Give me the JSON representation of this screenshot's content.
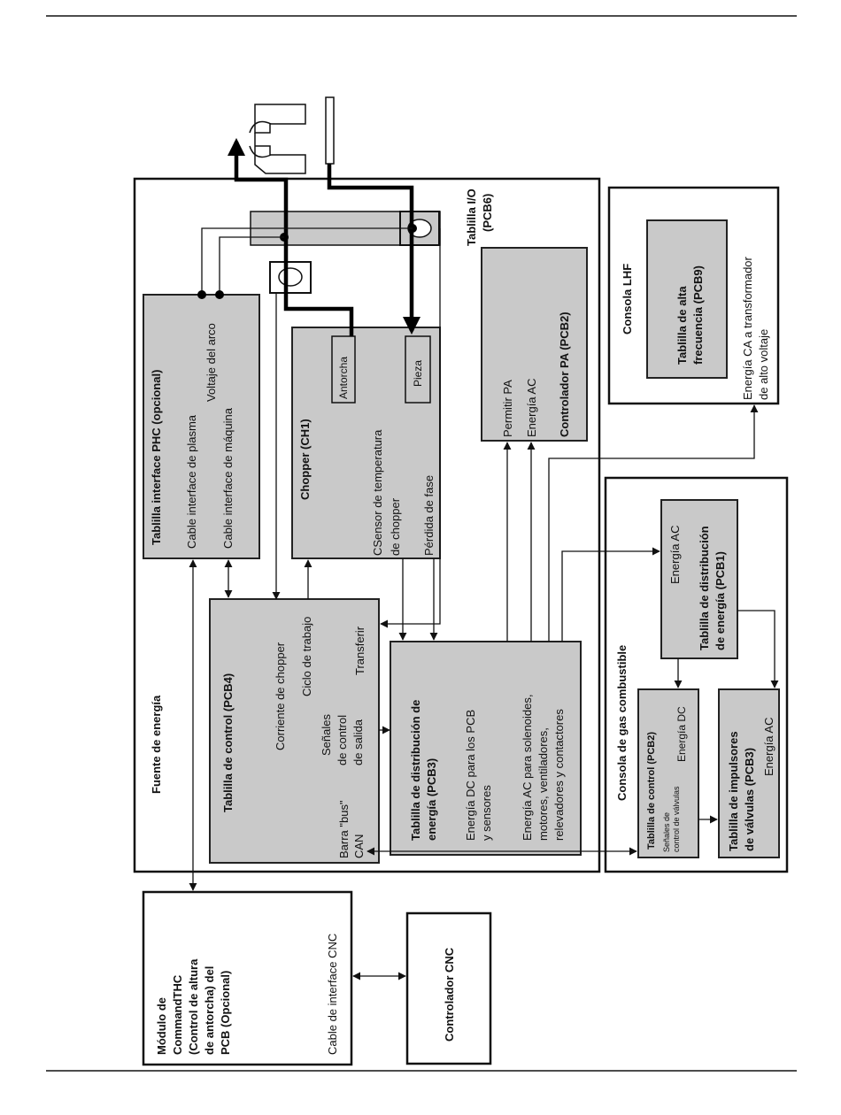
{
  "power_supply": {
    "title": "Fuente de energía",
    "io_board": {
      "line1": "Tablilla I/O",
      "line2": "(PCB6)"
    },
    "phc": {
      "title": "Tablilla interface PHC (opcional)",
      "cable_plasma": "Cable interface de plasma",
      "voltaje": "Voltaje del arco",
      "cable_maquina": "Cable interface de máquina"
    },
    "chopper": {
      "title": "Chopper (CH1)",
      "antorcha": "Antorcha",
      "pieza": "Pieza",
      "sensor_line1": "CSensor de temperatura",
      "sensor_line2": "de chopper",
      "perdida": "Pérdida de fase"
    },
    "pa": {
      "title": "Controlador PA (PCB2)",
      "permitir": "Permitir PA",
      "energia_ac": "Energía AC"
    },
    "control": {
      "title": "Tablilla de control (PCB4)",
      "corriente": "Corriente de chopper",
      "ciclo": "Ciclo de trabajo",
      "transferir": "Transferir",
      "senales_1": "Señales",
      "senales_2": "de control",
      "senales_3": "de salida",
      "barra_1": "Barra \"bus\"",
      "barra_2": "CAN"
    },
    "dist": {
      "title_1": "Tablilla de distribución de",
      "title_2": "energía (PCB3)",
      "dc_1": "Energía DC para los PCB",
      "dc_2": "y sensores",
      "ac_1": "Energía AC para solenoides,",
      "ac_2": "motores, ventiladores,",
      "ac_3": "relevadores y contactores"
    }
  },
  "lhf": {
    "title": "Consola LHF",
    "board_1": "Tablilla de alta",
    "board_2": "frecuencia (PCB9)",
    "energia_1": "Energía CA a transformador",
    "energia_2": "de alto voltaje"
  },
  "gas": {
    "title": "Consola de gas combustible",
    "dist": {
      "energia": "Energía AC",
      "title_1": "Tablilla de distribución",
      "title_2": "de energía (PCB1)"
    },
    "control": {
      "title": "Tablilla de control (PCB2)",
      "energia": "Energía DC",
      "senales_1": "Señales de",
      "senales_2": "control de válvulas"
    },
    "valves": {
      "title_1": "Tablilla de impulsores",
      "title_2": "de válvulas (PCB3)",
      "energia": "Energía AC"
    }
  },
  "thc": {
    "line1": "Módulo de",
    "line2": "CommandTHC",
    "line3": "(Control de altura",
    "line4": "de antorcha) del",
    "line5": "PCB (Opcional)",
    "cable": "Cable de interface CNC"
  },
  "cnc": {
    "title": "Controlador CNC"
  }
}
